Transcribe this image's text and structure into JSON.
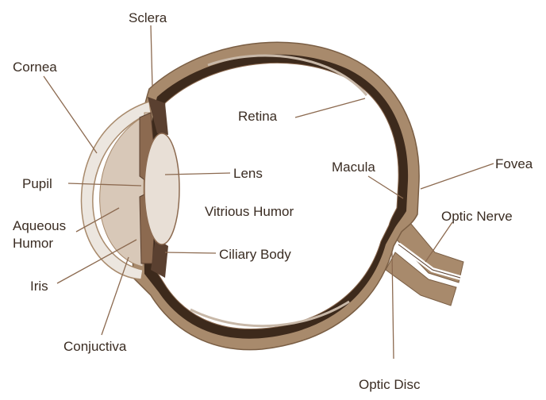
{
  "colors": {
    "sclera": "#a88a6c",
    "sclera_dark": "#3d2a1c",
    "cornea_fill": "#ece6df",
    "aqueous_fill": "#d8c8b8",
    "lens_fill": "#e8dfd6",
    "leader_line": "#8c6a50",
    "label_text": "#3a2c22",
    "background": "#ffffff"
  },
  "labels": {
    "sclera": "Sclera",
    "cornea": "Cornea",
    "retina": "Retina",
    "pupil": "Pupil",
    "lens": "Lens",
    "macula": "Macula",
    "fovea": "Fovea",
    "vitreous_humor": "Vitrious Humor",
    "aqueous_humor_line1": "Aqueous",
    "aqueous_humor_line2": "Humor",
    "optic_nerve": "Optic Nerve",
    "iris": "Iris",
    "ciliary_body": "Ciliary Body",
    "conjunctiva": "Conjuctiva",
    "optic_disc": "Optic Disc"
  }
}
